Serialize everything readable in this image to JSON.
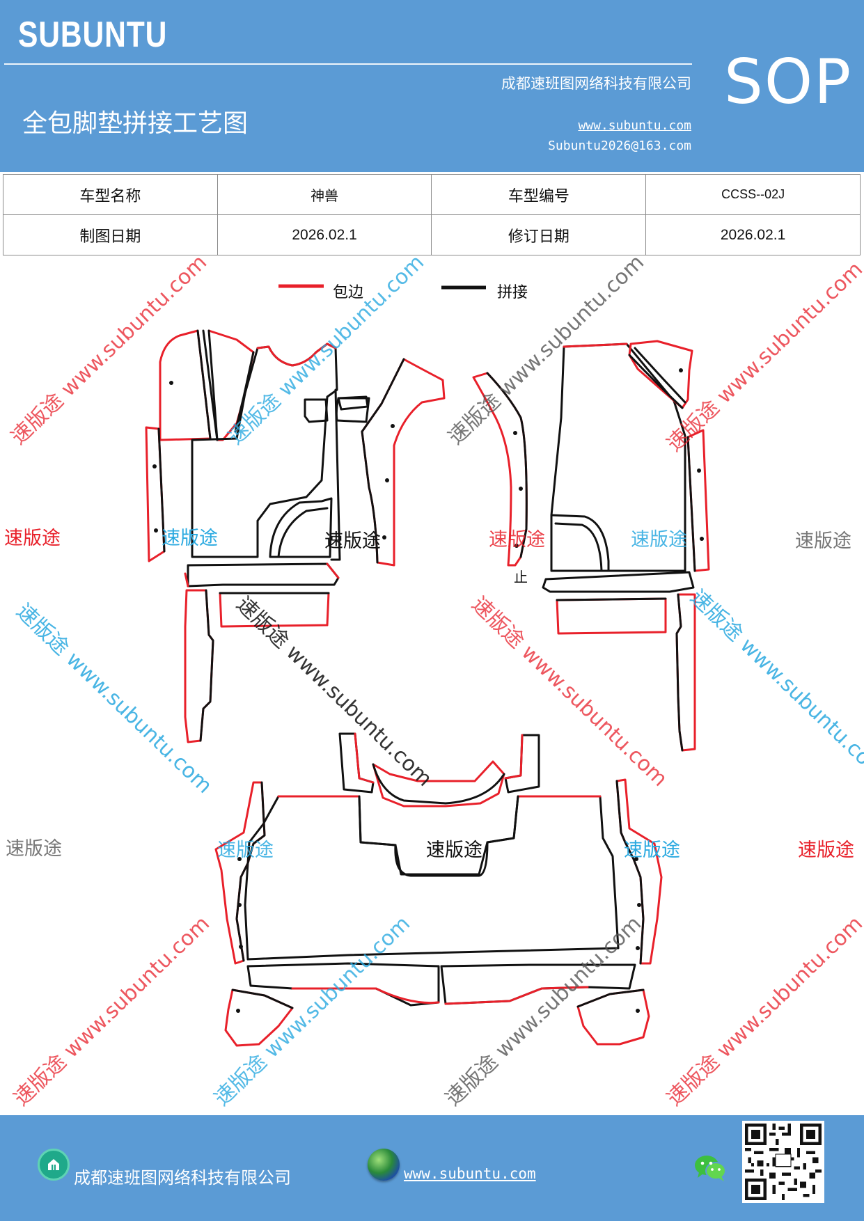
{
  "header": {
    "brand": "SUBUNTU",
    "company": "成都速班图网络科技有限公司",
    "title": "全包脚垫拼接工艺图",
    "website": "www.subuntu.com",
    "email": "Subuntu2026@163.com",
    "badge": "SOP"
  },
  "info": {
    "model_name_label": "车型名称",
    "model_name": "神兽",
    "model_code_label": "车型编号",
    "model_code": "CCSS--02J",
    "draw_date_label": "制图日期",
    "draw_date": "2026.02.1",
    "revise_date_label": "修订日期",
    "revise_date": "2026.02.1"
  },
  "legend": {
    "edge_label": "包边",
    "edge_color": "#e8202a",
    "join_label": "拼接",
    "join_color": "#111111"
  },
  "drawing": {
    "stop_mark": "止"
  },
  "watermark": {
    "brand": "速版途",
    "url_line": "速版途 www.subuntu.com",
    "colors": [
      "#e8202a",
      "#2aa9e0",
      "#777777",
      "#111111"
    ]
  },
  "footer": {
    "company": "成都速班图网络科技有限公司",
    "website": "www.subuntu.com",
    "icons": [
      "home-icon",
      "globe-icon",
      "wechat-icon",
      "qr-code"
    ]
  }
}
